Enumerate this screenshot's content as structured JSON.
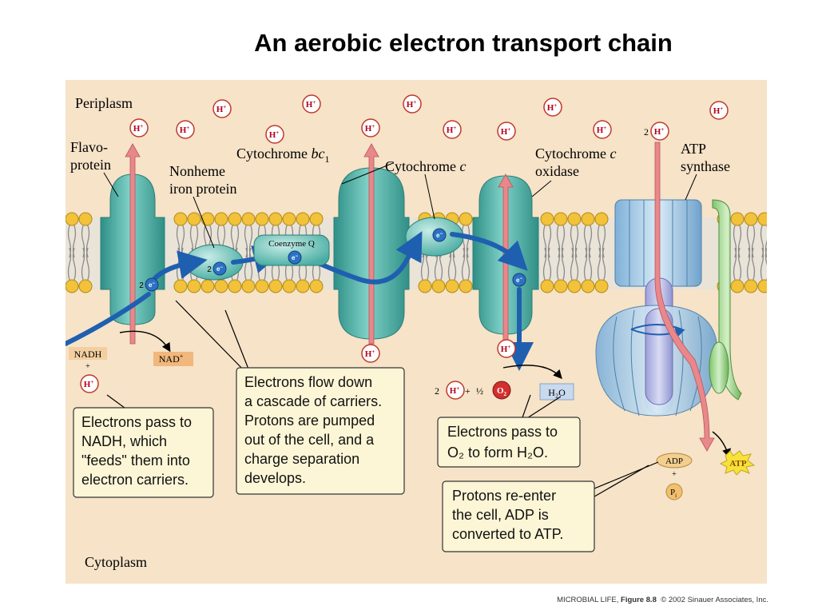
{
  "title": "An aerobic electron transport chain",
  "regions": {
    "top": "Periplasm",
    "bottom": "Cytoplasm"
  },
  "proteins": {
    "flavoprotein": [
      "Flavo-",
      "protein"
    ],
    "nonheme": [
      "Nonheme",
      "iron protein"
    ],
    "bc1": {
      "base": "Cytochrome ",
      "italic": "bc",
      "sub": "1"
    },
    "cyt_c": {
      "base": "Cytochrome ",
      "italic": "c"
    },
    "oxidase": {
      "line1_base": "Cytochrome ",
      "line1_italic": "c",
      "line2": "oxidase"
    },
    "atp_synthase": [
      "ATP",
      "synthase"
    ],
    "coenzyme_q": "Coenzyme Q"
  },
  "electron_labels": {
    "e": "e",
    "minus": "−",
    "two": "2"
  },
  "proton": {
    "h": "H",
    "plus": "+"
  },
  "molecules": {
    "nadh": "NADH",
    "plus": "+",
    "nad_plus": "NAD",
    "two": "2",
    "half": "½",
    "o2": "O",
    "o2_sub": "2",
    "h2o": "H₂O",
    "adp": "ADP",
    "pi": "P",
    "pi_sub": "i",
    "atp": "ATP"
  },
  "callouts": {
    "nadh_box": [
      "Electrons pass to",
      "NADH, which",
      "\"feeds\" them into",
      "electron carriers."
    ],
    "cascade_box": [
      "Electrons flow down",
      "a cascade of carriers.",
      "Protons are pumped",
      "out of the cell, and a",
      "charge separation",
      "develops."
    ],
    "o2_box": [
      "Electrons pass to",
      "O₂ to form H₂O."
    ],
    "atp_box": [
      "Protons re-enter",
      "the cell, ADP is",
      "converted to ATP."
    ]
  },
  "credit": {
    "book": "MICROBIAL LIFE",
    "figure": "Figure 8.8",
    "copyright": "© 2002 Sinauer Associates, Inc."
  },
  "colors": {
    "background": "#f6e3c8",
    "protein": "#49ada3",
    "membrane_head": "#f1c23a",
    "electron_arrow": "#1f5fb0",
    "proton_arrow": "#e8888b",
    "atp_synthase": "#a9c9e6"
  }
}
